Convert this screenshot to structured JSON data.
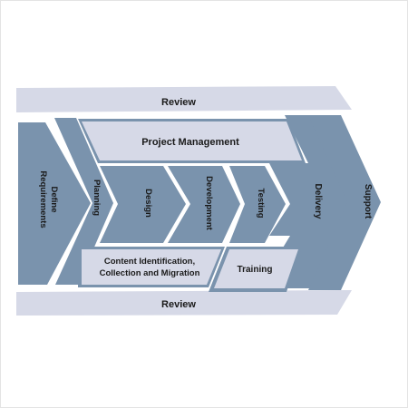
{
  "diagram": {
    "review_top": "Review",
    "review_bottom": "Review",
    "project_management": "Project Management",
    "content_line1": "Content Identification,",
    "content_line2": "Collection and Migration",
    "training": "Training",
    "define_line1": "Define",
    "define_line2": "Requirements",
    "planning": "Planning",
    "design": "Design",
    "development": "Development",
    "testing": "Testing",
    "delivery": "Delivery",
    "support": "Support"
  },
  "colors": {
    "phase_blue": "#7a93ad",
    "band_light": "#d6d9e7",
    "text": "#1a1a1a"
  }
}
